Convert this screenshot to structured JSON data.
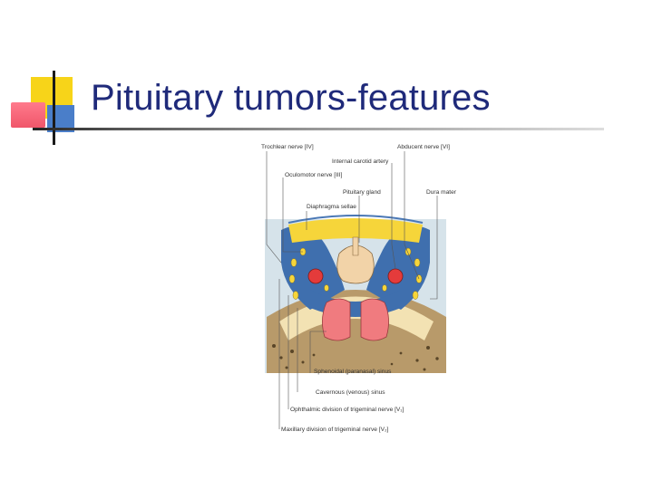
{
  "slide": {
    "title": "Pituitary tumors-features"
  },
  "figure": {
    "labels": {
      "trochlear": "Trochlear nerve [IV]",
      "abducent": "Abducent nerve [VI]",
      "internal_carotid": "Internal carotid artery",
      "oculomotor": "Oculomotor nerve [III]",
      "pituitary": "Pituitary gland",
      "dura": "Dura mater",
      "diaphragma": "Diaphragma sellae",
      "sphenoidal": "Sphenoidal (paranasal) sinus",
      "cavernous": "Cavernous (venous) sinus",
      "ophthalmic": "Ophthalmic division of trigeminal nerve [V₁]",
      "maxillary": "Maxillary division of trigeminal nerve [V₂]"
    },
    "colors": {
      "venous_blue": "#3f6fae",
      "bone_cream": "#f3e2b3",
      "sinus_pink": "#f07b7f",
      "artery_red": "#e43b3b",
      "nerve_yellow": "#f6d53a",
      "gland_tan": "#f2d3a8"
    }
  }
}
